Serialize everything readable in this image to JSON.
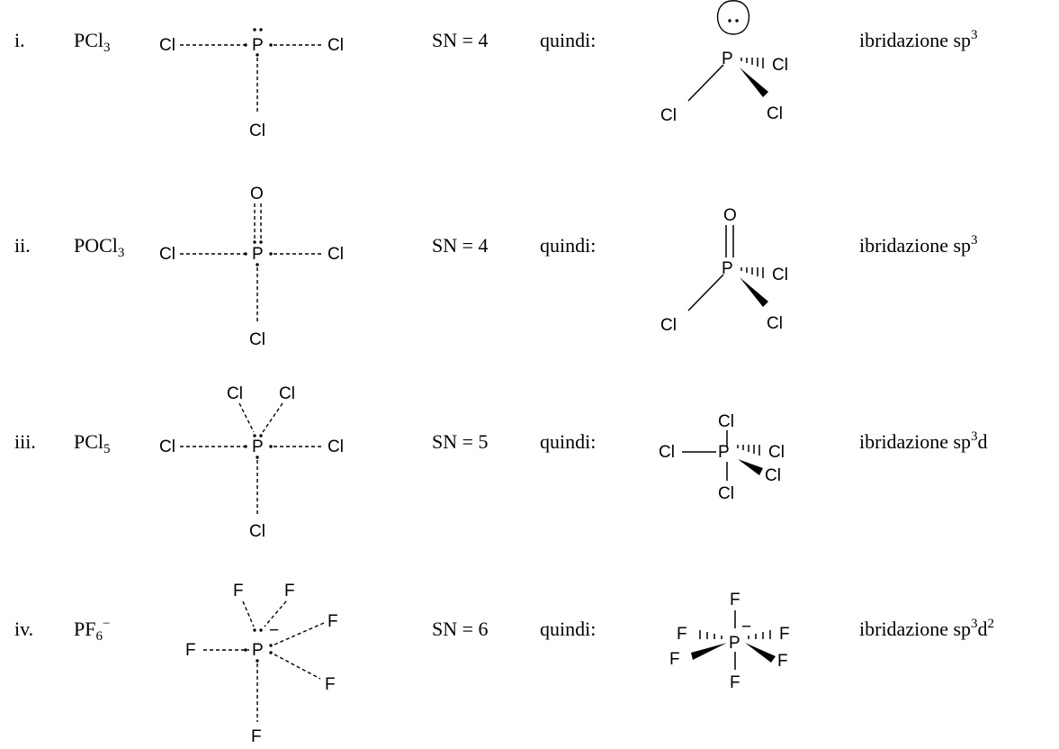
{
  "rows": [
    {
      "roman": "i.",
      "formula_main": "PCl",
      "formula_sub": "3",
      "formula_sup": "",
      "sn_text": "SN = 4",
      "quindi": "quindi:",
      "hyb_main": "ibridazione sp",
      "hyb_sup": "3",
      "hyb_tail": "",
      "hyb_sup2": "",
      "lewis": {
        "center": "P",
        "left": "Cl",
        "right": "Cl",
        "bottom": "Cl"
      },
      "geom": {
        "center": "P",
        "left": "Cl",
        "right_hash": "Cl",
        "right_wedge": "Cl"
      }
    },
    {
      "roman": "ii.",
      "formula_main": "POCl",
      "formula_sub": "3",
      "formula_sup": "",
      "sn_text": "SN = 4",
      "quindi": "quindi:",
      "hyb_main": "ibridazione sp",
      "hyb_sup": "3",
      "hyb_tail": "",
      "hyb_sup2": "",
      "lewis": {
        "center": "P",
        "top": "O",
        "left": "Cl",
        "right": "Cl",
        "bottom": "Cl"
      },
      "geom": {
        "center": "P",
        "top": "O",
        "left": "Cl",
        "right_hash": "Cl",
        "right_wedge": "Cl"
      }
    },
    {
      "roman": "iii.",
      "formula_main": "PCl",
      "formula_sub": "5",
      "formula_sup": "",
      "sn_text": "SN = 5",
      "quindi": "quindi:",
      "hyb_main": "ibridazione sp",
      "hyb_sup": "3",
      "hyb_tail": "d",
      "hyb_sup2": "",
      "lewis": {
        "center": "P",
        "top_left": "Cl",
        "top_right": "Cl",
        "left": "Cl",
        "right": "Cl",
        "bottom": "Cl"
      },
      "geom": {
        "center": "P",
        "top": "Cl",
        "left": "Cl",
        "right_hash": "Cl",
        "right_wedge": "Cl",
        "bottom": "Cl"
      }
    },
    {
      "roman": "iv.",
      "formula_main": "PF",
      "formula_sub": "6",
      "formula_sup": "−",
      "sn_text": "SN = 6",
      "quindi": "quindi:",
      "hyb_main": "ibridazione sp",
      "hyb_sup": "3",
      "hyb_tail": "d",
      "hyb_sup2": "2",
      "lewis": {
        "center": "P",
        "charge": "−",
        "top_left": "F",
        "top_right": "F",
        "left": "F",
        "right_up": "F",
        "right_down": "F",
        "bottom": "F"
      },
      "geom": {
        "center": "P",
        "charge": "−",
        "top": "F",
        "bottom": "F",
        "left_hash": "F",
        "right_hash": "F",
        "left_wedge": "F",
        "right_wedge": "F"
      }
    }
  ]
}
